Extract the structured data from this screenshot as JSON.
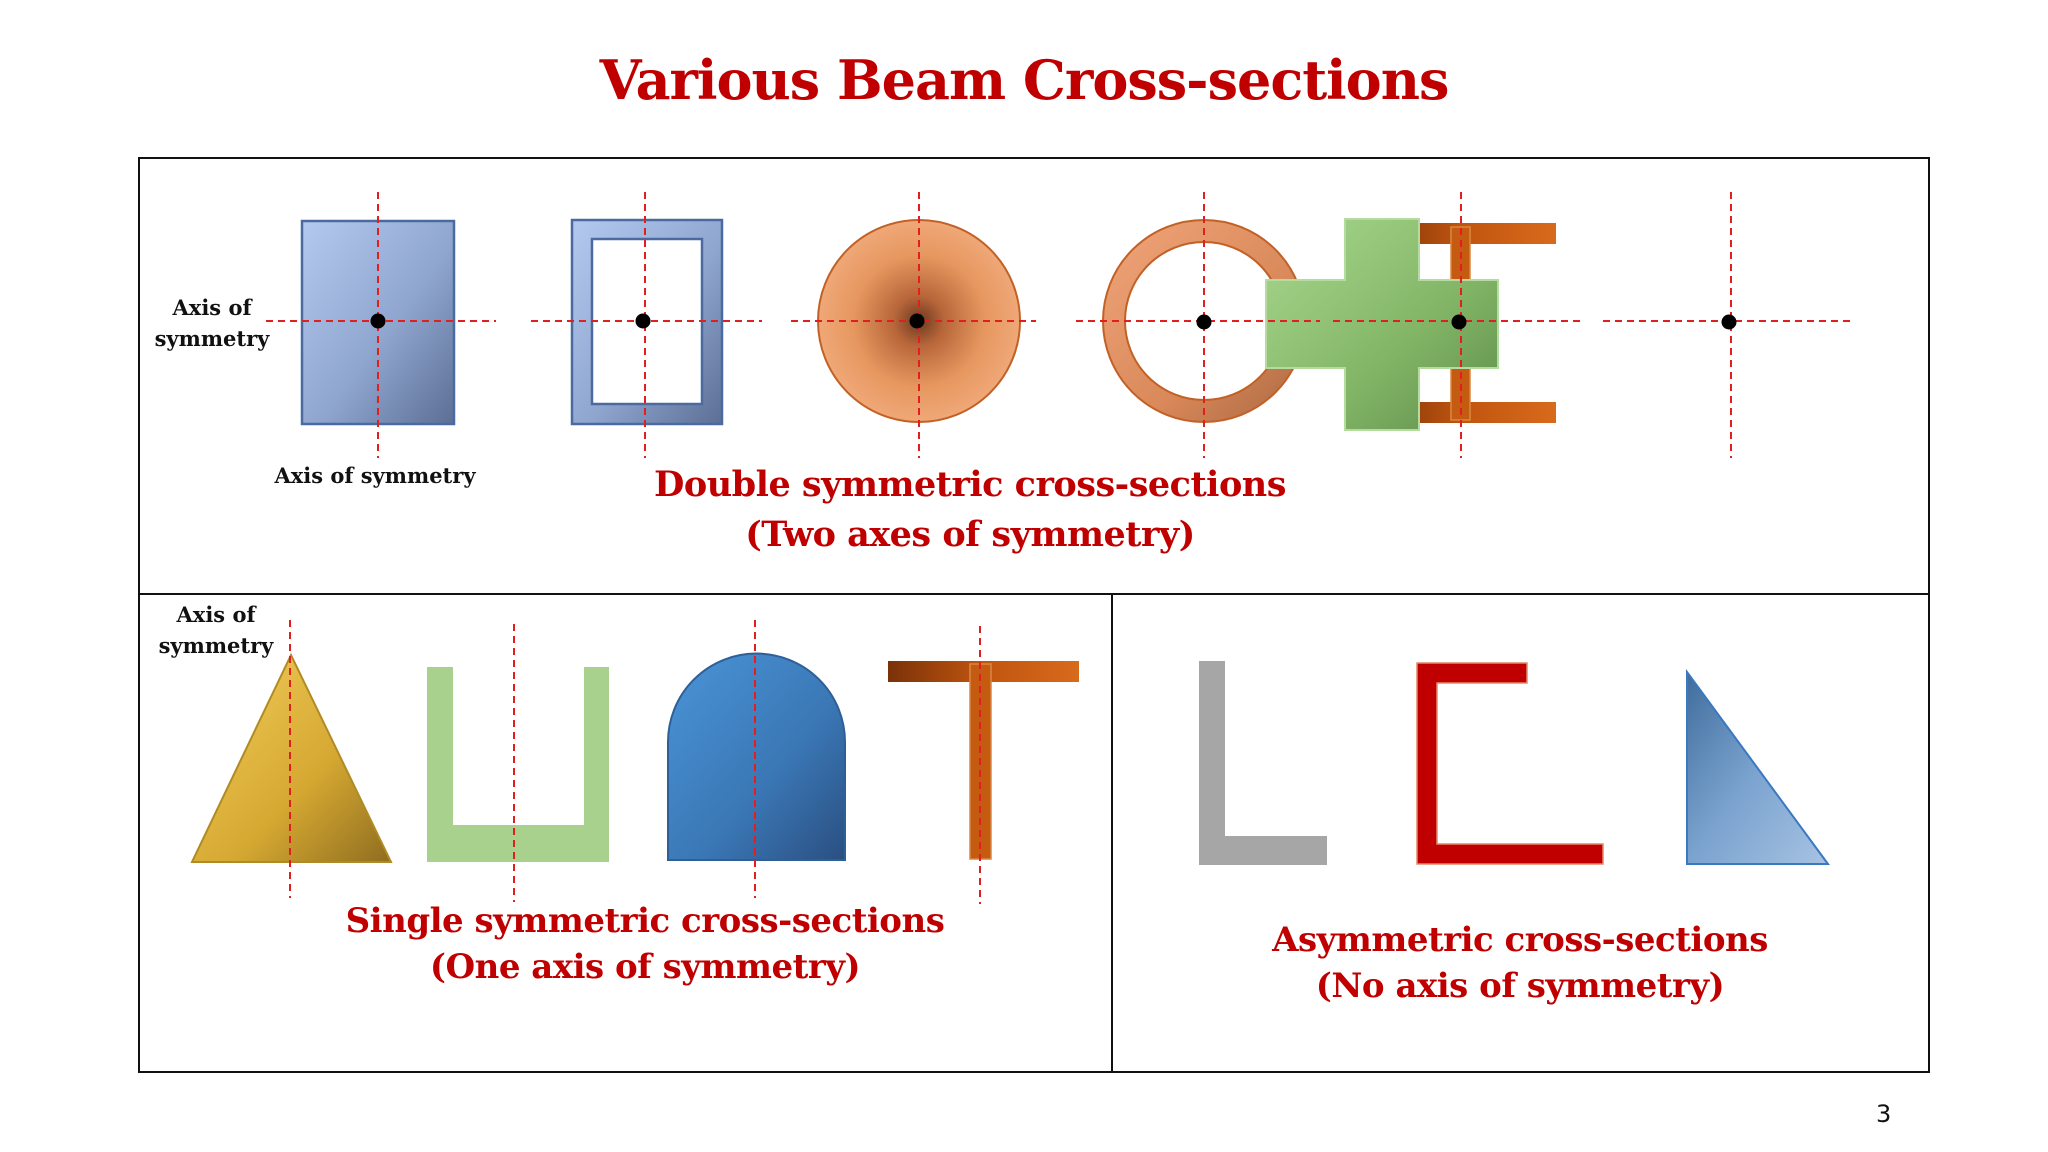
{
  "title": "Various Beam Cross-sections",
  "page_number": "3",
  "panels": {
    "double": {
      "caption_line1": "Double symmetric cross-sections",
      "caption_line2": "(Two axes of symmetry)",
      "label_axis_h": "Axis of symmetry",
      "label_axis_v": "Axis of symmetry"
    },
    "single": {
      "caption_line1": "Single symmetric cross-sections",
      "caption_line2": "(One axis of symmetry)",
      "label_axis": "Axis of symmetry"
    },
    "asymmetric": {
      "caption_line1": "Asymmetric cross-sections",
      "caption_line2": "(No axis of symmetry)"
    }
  },
  "colors": {
    "accent": "#c00000",
    "axis_line": "#e02020",
    "rect_fill": "#a7bde6",
    "circle_fill": "#e8925e",
    "ibeam_fill": "#c55a11",
    "cross_fill": "#8fc470",
    "triangle_fill": "#e6b93a",
    "channel_fill": "#a9d18e",
    "arch_fill": "#3f7fc2",
    "angle_fill": "#a6a6a6",
    "c_channel_fill": "#c00000",
    "right_triangle_fill": "#5b8fc7"
  }
}
